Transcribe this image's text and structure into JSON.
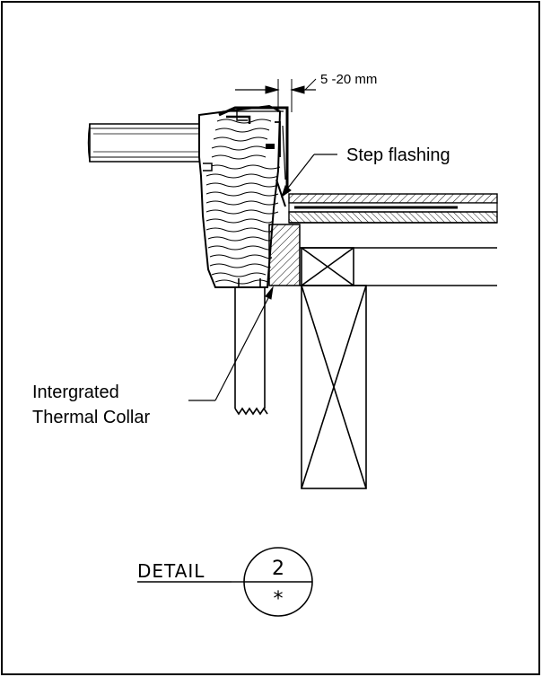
{
  "drawing": {
    "dimension_label": "5 -20 mm",
    "callouts": {
      "step_flashing": "Step flashing",
      "collar_line1": "Intergrated",
      "collar_line2": "Thermal Collar"
    },
    "detail": {
      "label": "DETAIL",
      "number": "2",
      "sheet": "*"
    }
  }
}
